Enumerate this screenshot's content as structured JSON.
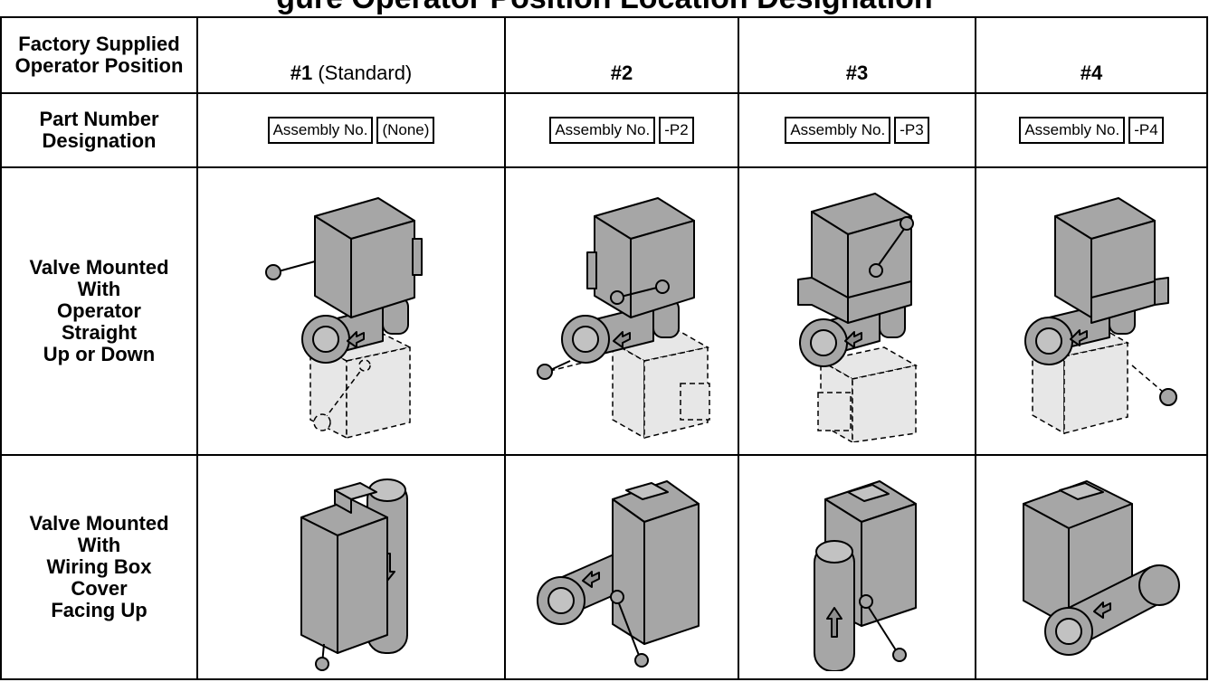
{
  "title": "gure Operator Position Location Designation",
  "header": {
    "row_label_line1": "Factory Supplied",
    "row_label_line2": "Operator Position",
    "columns": [
      {
        "number": "#1",
        "suffix": " (Standard)"
      },
      {
        "number": "#2",
        "suffix": ""
      },
      {
        "number": "#3",
        "suffix": ""
      },
      {
        "number": "#4",
        "suffix": ""
      }
    ]
  },
  "part_number": {
    "row_label_line1": "Part Number",
    "row_label_line2": "Designation",
    "assembly_label": "Assembly No.",
    "suffixes": [
      "(None)",
      "-P2",
      "-P3",
      "-P4"
    ]
  },
  "row_up_down": {
    "lines": [
      "Valve Mounted",
      "With",
      "Operator",
      "Straight",
      "Up or Down"
    ]
  },
  "row_cover_up": {
    "lines": [
      "Valve Mounted",
      "With",
      "Wiring Box",
      "Cover",
      "Facing Up"
    ]
  },
  "colors": {
    "body": "#a6a6a6",
    "ghost": "#e7e7e7",
    "border": "#000000"
  }
}
